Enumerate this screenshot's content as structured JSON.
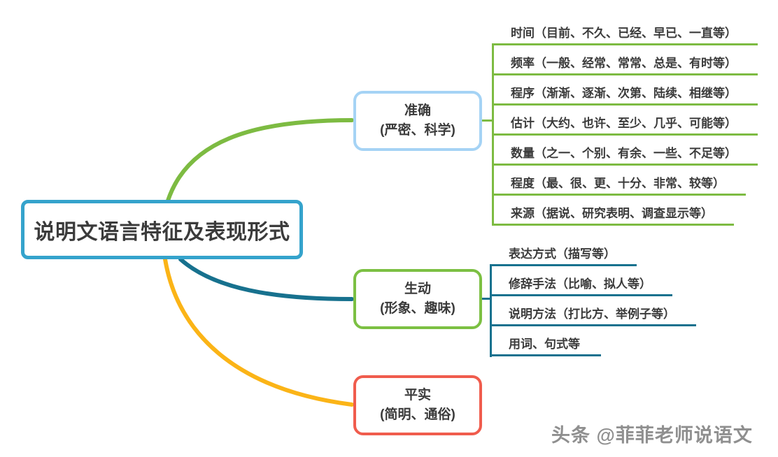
{
  "title": "说明文语言特征及表现形式",
  "watermark": "头条 @菲菲老师说语文",
  "colors": {
    "root_border": "#35A3CC",
    "text": "#3B3B3B",
    "watermark": "#8F8F8F"
  },
  "branches": [
    {
      "title": "准确",
      "subtitle": "(严密、科学)",
      "border_color": "#A5D3F5",
      "line_color": "#7DBB42",
      "leaves": [
        "时间（目前、不久、已经、早已、一直等）",
        "频率（一般、经常、常常、总是、有时等）",
        "程序（渐渐、逐渐、次第、陆续、相继等）",
        "估计（大约、也许、至少、几乎、可能等）",
        "数量（之一、个别、有余、一些、不足等）",
        "程度（最、很、更、十分、非常、较等）",
        "来源（据说、研究表明、调查显示等）"
      ]
    },
    {
      "title": "生动",
      "subtitle": "(形象、趣味)",
      "border_color": "#7CC043",
      "line_color": "#17718E",
      "leaves": [
        "表达方式（描写等）",
        "修辞手法（比喻、拟人等）",
        "说明方法（打比方、举例子等）",
        "用词、句式等"
      ]
    },
    {
      "title": "平实",
      "subtitle": "(简明、通俗)",
      "border_color": "#F05C4D",
      "line_color": "#FBB417",
      "leaves": []
    }
  ]
}
